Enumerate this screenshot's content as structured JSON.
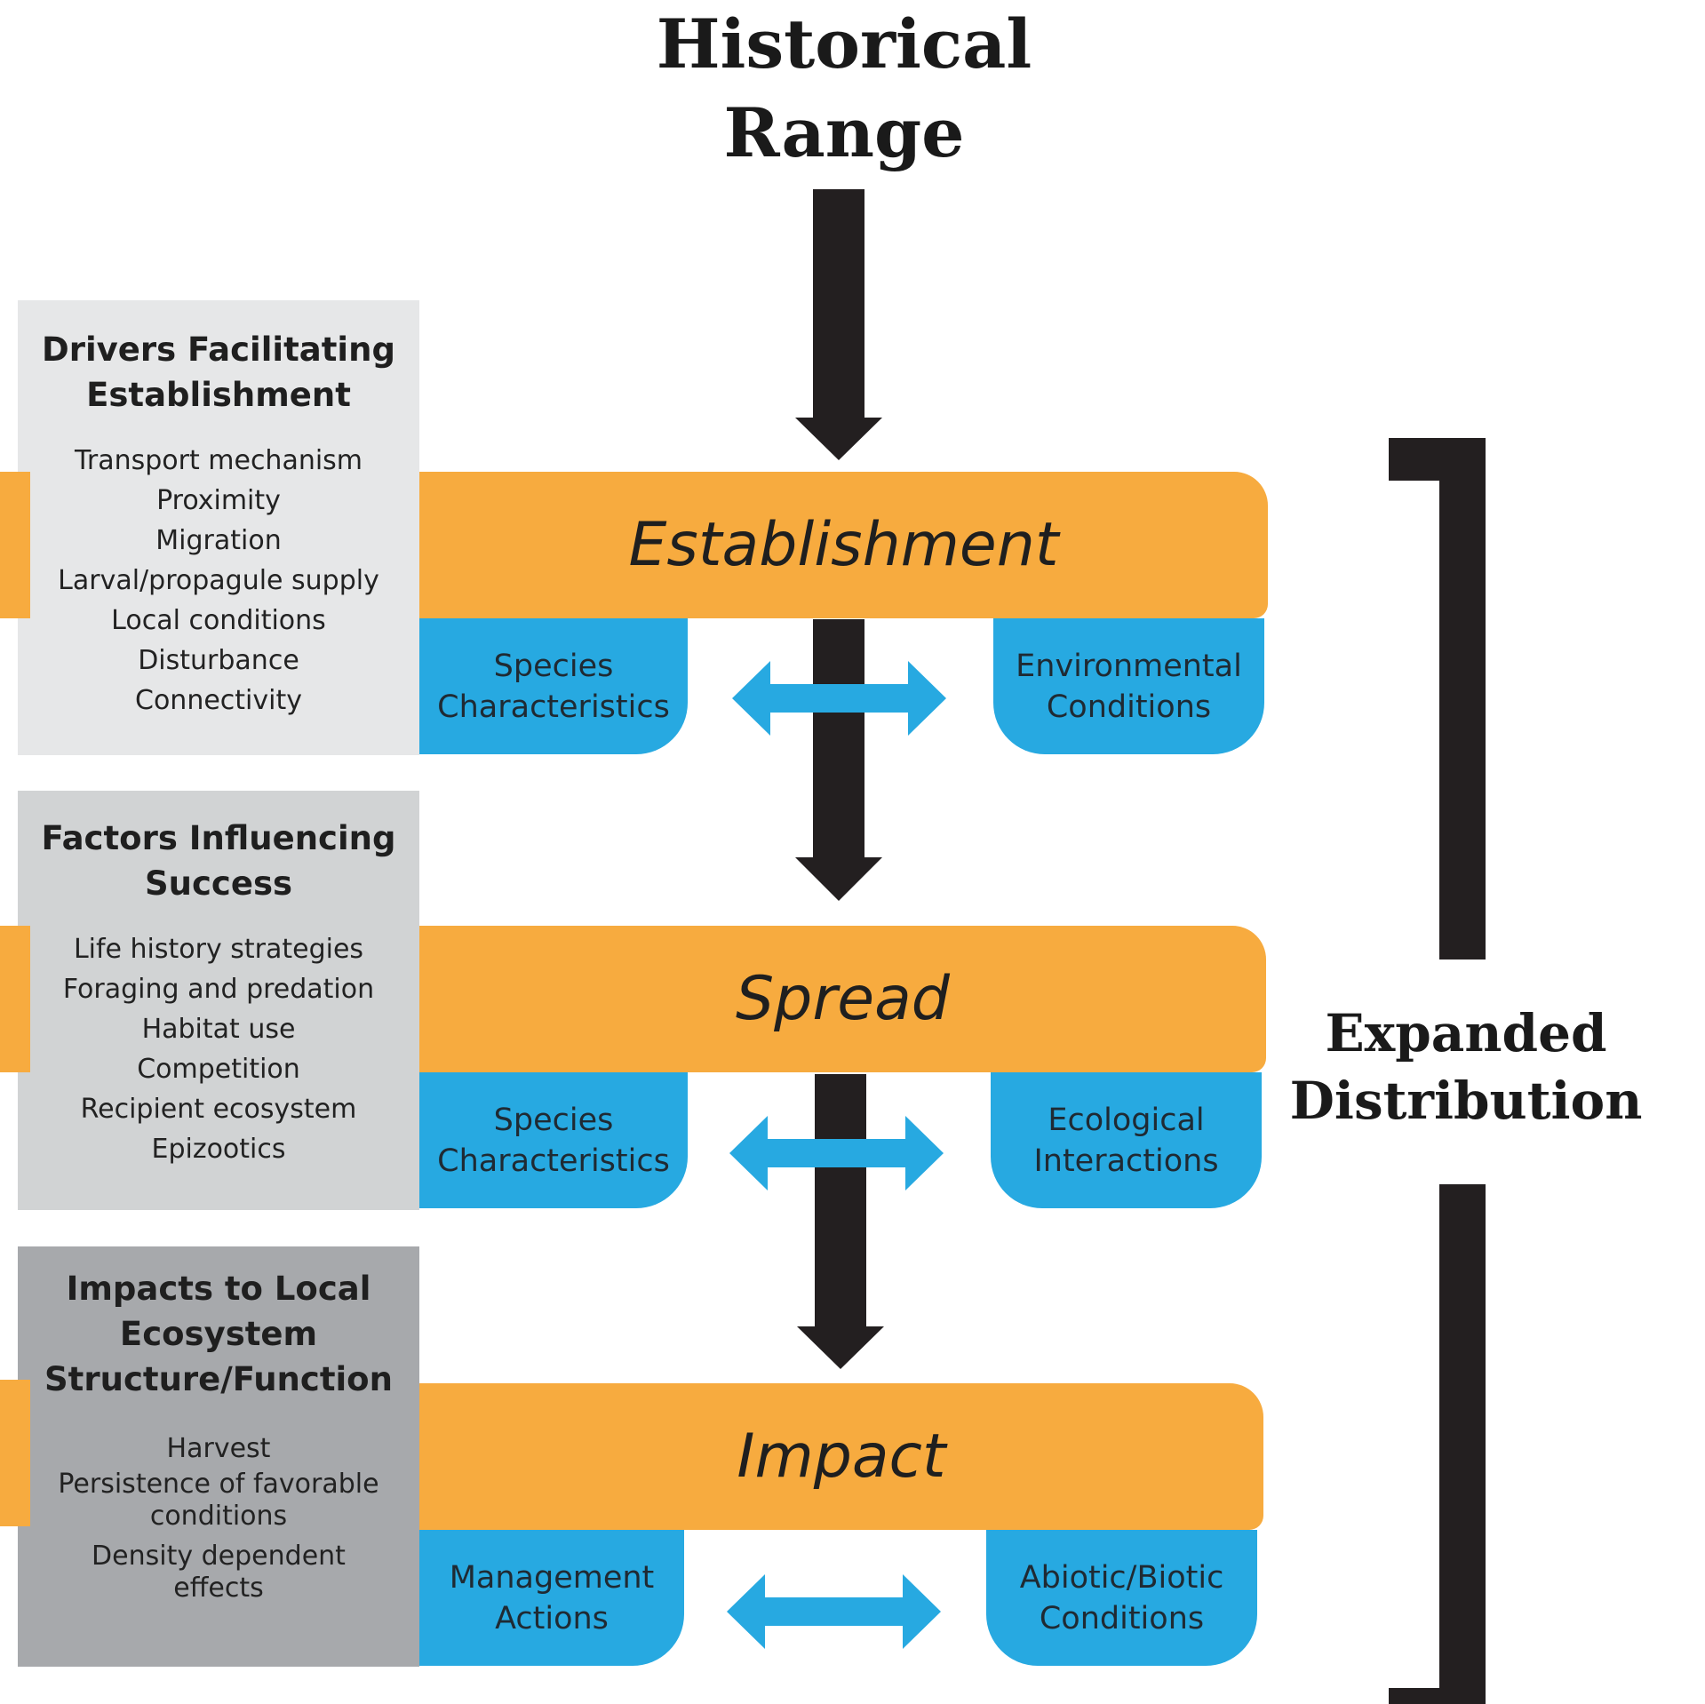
{
  "title": {
    "line1": "Historical",
    "line2": "Range"
  },
  "side_panels": [
    {
      "title_line1": "Drivers Facilitating",
      "title_line2": "Establishment",
      "items": [
        "Transport mechanism",
        "Proximity",
        "Migration",
        "Larval/propagule supply",
        "Local conditions",
        "Disturbance",
        "Connectivity"
      ],
      "color": "#e6e7e8"
    },
    {
      "title_line1": "Factors Influencing",
      "title_line2": "Success",
      "items": [
        "Life history strategies",
        "Foraging and predation",
        "Habitat use",
        "Competition",
        "Recipient ecosystem",
        "Epizootics"
      ],
      "color": "#d1d3d4"
    },
    {
      "title_line1": "Impacts to Local",
      "title_line2": "Ecosystem",
      "title_line3": "Structure/Function",
      "items": [
        "Harvest",
        "Persistence of favorable",
        "conditions",
        "Density dependent",
        "effects"
      ],
      "color": "#a7a9ac"
    }
  ],
  "stages": [
    {
      "label": "Establishment",
      "left_line1": "Species",
      "left_line2": "Characteristics",
      "right_line1": "Environmental",
      "right_line2": "Conditions"
    },
    {
      "label": "Spread",
      "left_line1": "Species",
      "left_line2": "Characteristics",
      "right_line1": "Ecological",
      "right_line2": "Interactions"
    },
    {
      "label": "Impact",
      "left_line1": "Management",
      "left_line2": "Actions",
      "right_line1": "Abiotic/Biotic",
      "right_line2": "Conditions"
    }
  ],
  "bracket_label": {
    "line1": "Expanded",
    "line2": "Distribution"
  },
  "colors": {
    "orange": "#f7ab3f",
    "blue": "#27a9e1",
    "dark": "#231f20"
  }
}
